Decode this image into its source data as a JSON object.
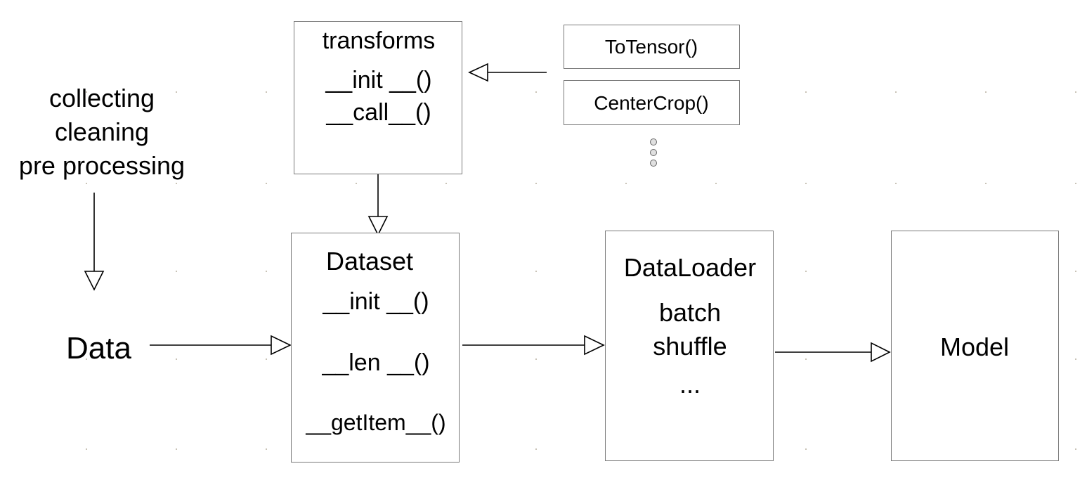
{
  "left_steps": [
    "collecting",
    "cleaning",
    "pre processing"
  ],
  "data_label": "Data",
  "transforms": {
    "title": "transforms",
    "methods": [
      "__init __()",
      "__call__()"
    ]
  },
  "transform_items": [
    "ToTensor()",
    "CenterCrop()"
  ],
  "dataset": {
    "title": "Dataset",
    "methods": [
      "__init __()",
      "__len __()",
      "__getItem__()"
    ]
  },
  "dataloader": {
    "title": "DataLoader",
    "lines": [
      "batch",
      "shuffle",
      "..."
    ]
  },
  "model": {
    "title": "Model"
  },
  "colors": {
    "border": "#7a7a7a",
    "arrow": "#000000",
    "grid_dot": "#b8b0a0"
  }
}
